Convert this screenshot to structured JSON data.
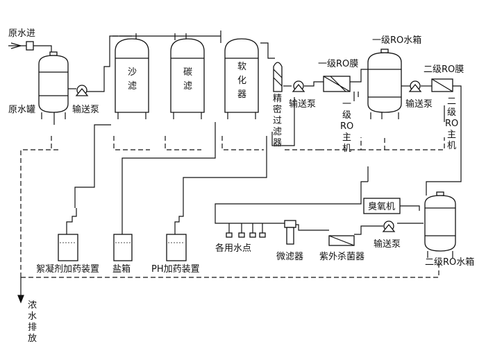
{
  "labels": {
    "raw_water_in": "原水进",
    "raw_water_tank": "原水罐",
    "pump1": "输送泵",
    "sand": [
      "沙",
      "滤"
    ],
    "carbon": [
      "碳",
      "滤"
    ],
    "softener": [
      "软",
      "化",
      "器"
    ],
    "precision": [
      "精",
      "密",
      "过",
      "滤",
      "器"
    ],
    "pump2": "输送泵",
    "ro1_membrane": "一级RO膜",
    "ro1_host": [
      "一",
      "级",
      "RO",
      "主",
      "机"
    ],
    "ro1_tank": "一级RO水箱",
    "pump3": "输送泵",
    "ro2_membrane": "二级RO膜",
    "ro2_host": [
      "二",
      "级",
      "RO",
      "主",
      "机"
    ],
    "ozone": "臭氧机",
    "ro2_tank": "二级RO水箱",
    "pump4": "输送泵",
    "uv": "紫外杀菌器",
    "micro": "微滤器",
    "use_points": "各用水点",
    "flocculant": "絮凝剂加药装置",
    "salt": "盐箱",
    "ph": "PH加药装置",
    "concentrate": [
      "浓",
      "水",
      "排",
      "放"
    ]
  }
}
